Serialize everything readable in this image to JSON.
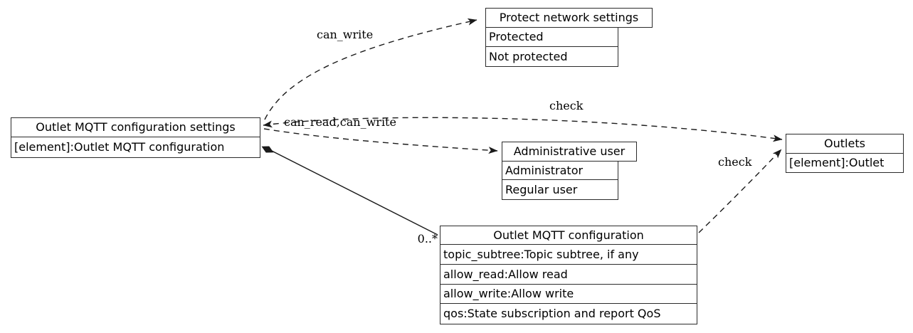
{
  "diagram": {
    "colors": {
      "background": "#ffffff",
      "line": "#1a1a1a",
      "text": "#000000"
    },
    "nodes": {
      "settings": {
        "title": "Outlet MQTT configuration settings",
        "rows": [
          "[element]:Outlet MQTT configuration"
        ]
      },
      "protect": {
        "title": "Protect network settings",
        "rows": [
          "Protected",
          "Not protected"
        ]
      },
      "admin": {
        "title": "Administrative user",
        "rows": [
          "Administrator",
          "Regular user"
        ]
      },
      "config": {
        "title": "Outlet MQTT configuration",
        "rows": [
          "topic_subtree:Topic subtree, if any",
          "allow_read:Allow read",
          "allow_write:Allow write",
          "qos:State subscription and report QoS"
        ]
      },
      "outlets": {
        "title": "Outlets",
        "rows": [
          "[element]:Outlet"
        ]
      }
    },
    "edges": {
      "can_write": {
        "label": "can_write",
        "style": "dashed"
      },
      "check_settings_outlets": {
        "label": "check",
        "style": "dashed"
      },
      "can_read_can_write": {
        "label": "can_read,can_write",
        "style": "dashed"
      },
      "check_config_outlets": {
        "label": "check",
        "style": "dashed"
      },
      "composition": {
        "label": "0..*",
        "style": "solid"
      }
    }
  }
}
